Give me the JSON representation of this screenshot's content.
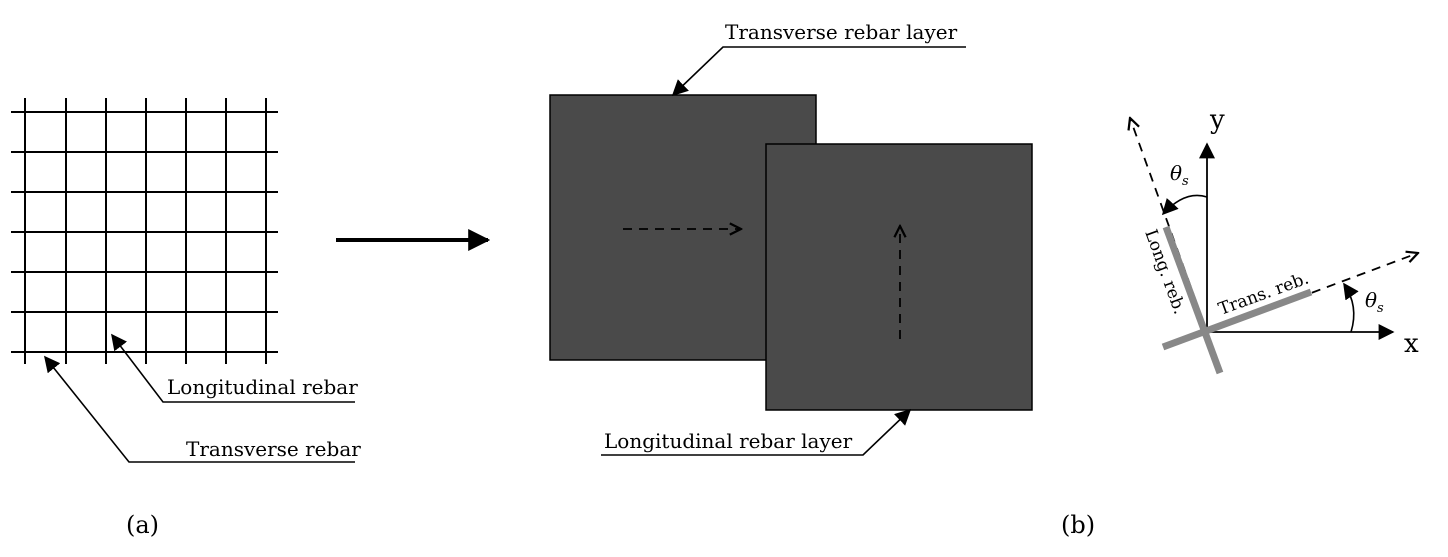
{
  "panel_a": {
    "caption": "(a)",
    "labels": {
      "longitudinal_rebar": "Longitudinal rebar",
      "transverse_rebar": "Transverse rebar"
    }
  },
  "panel_b": {
    "caption": "(b)",
    "labels": {
      "transverse_layer": "Transverse rebar layer",
      "longitudinal_layer": "Longitudinal rebar layer"
    },
    "layer_fill": "#4a4a4a"
  },
  "orientation": {
    "x_axis_label": "x",
    "y_axis_label": "y",
    "theta_symbol": "θ",
    "theta_subscript": "s",
    "long_reb_label": "Long. reb.",
    "trans_reb_label": "Trans. reb.",
    "rebar_color": "#888888"
  }
}
